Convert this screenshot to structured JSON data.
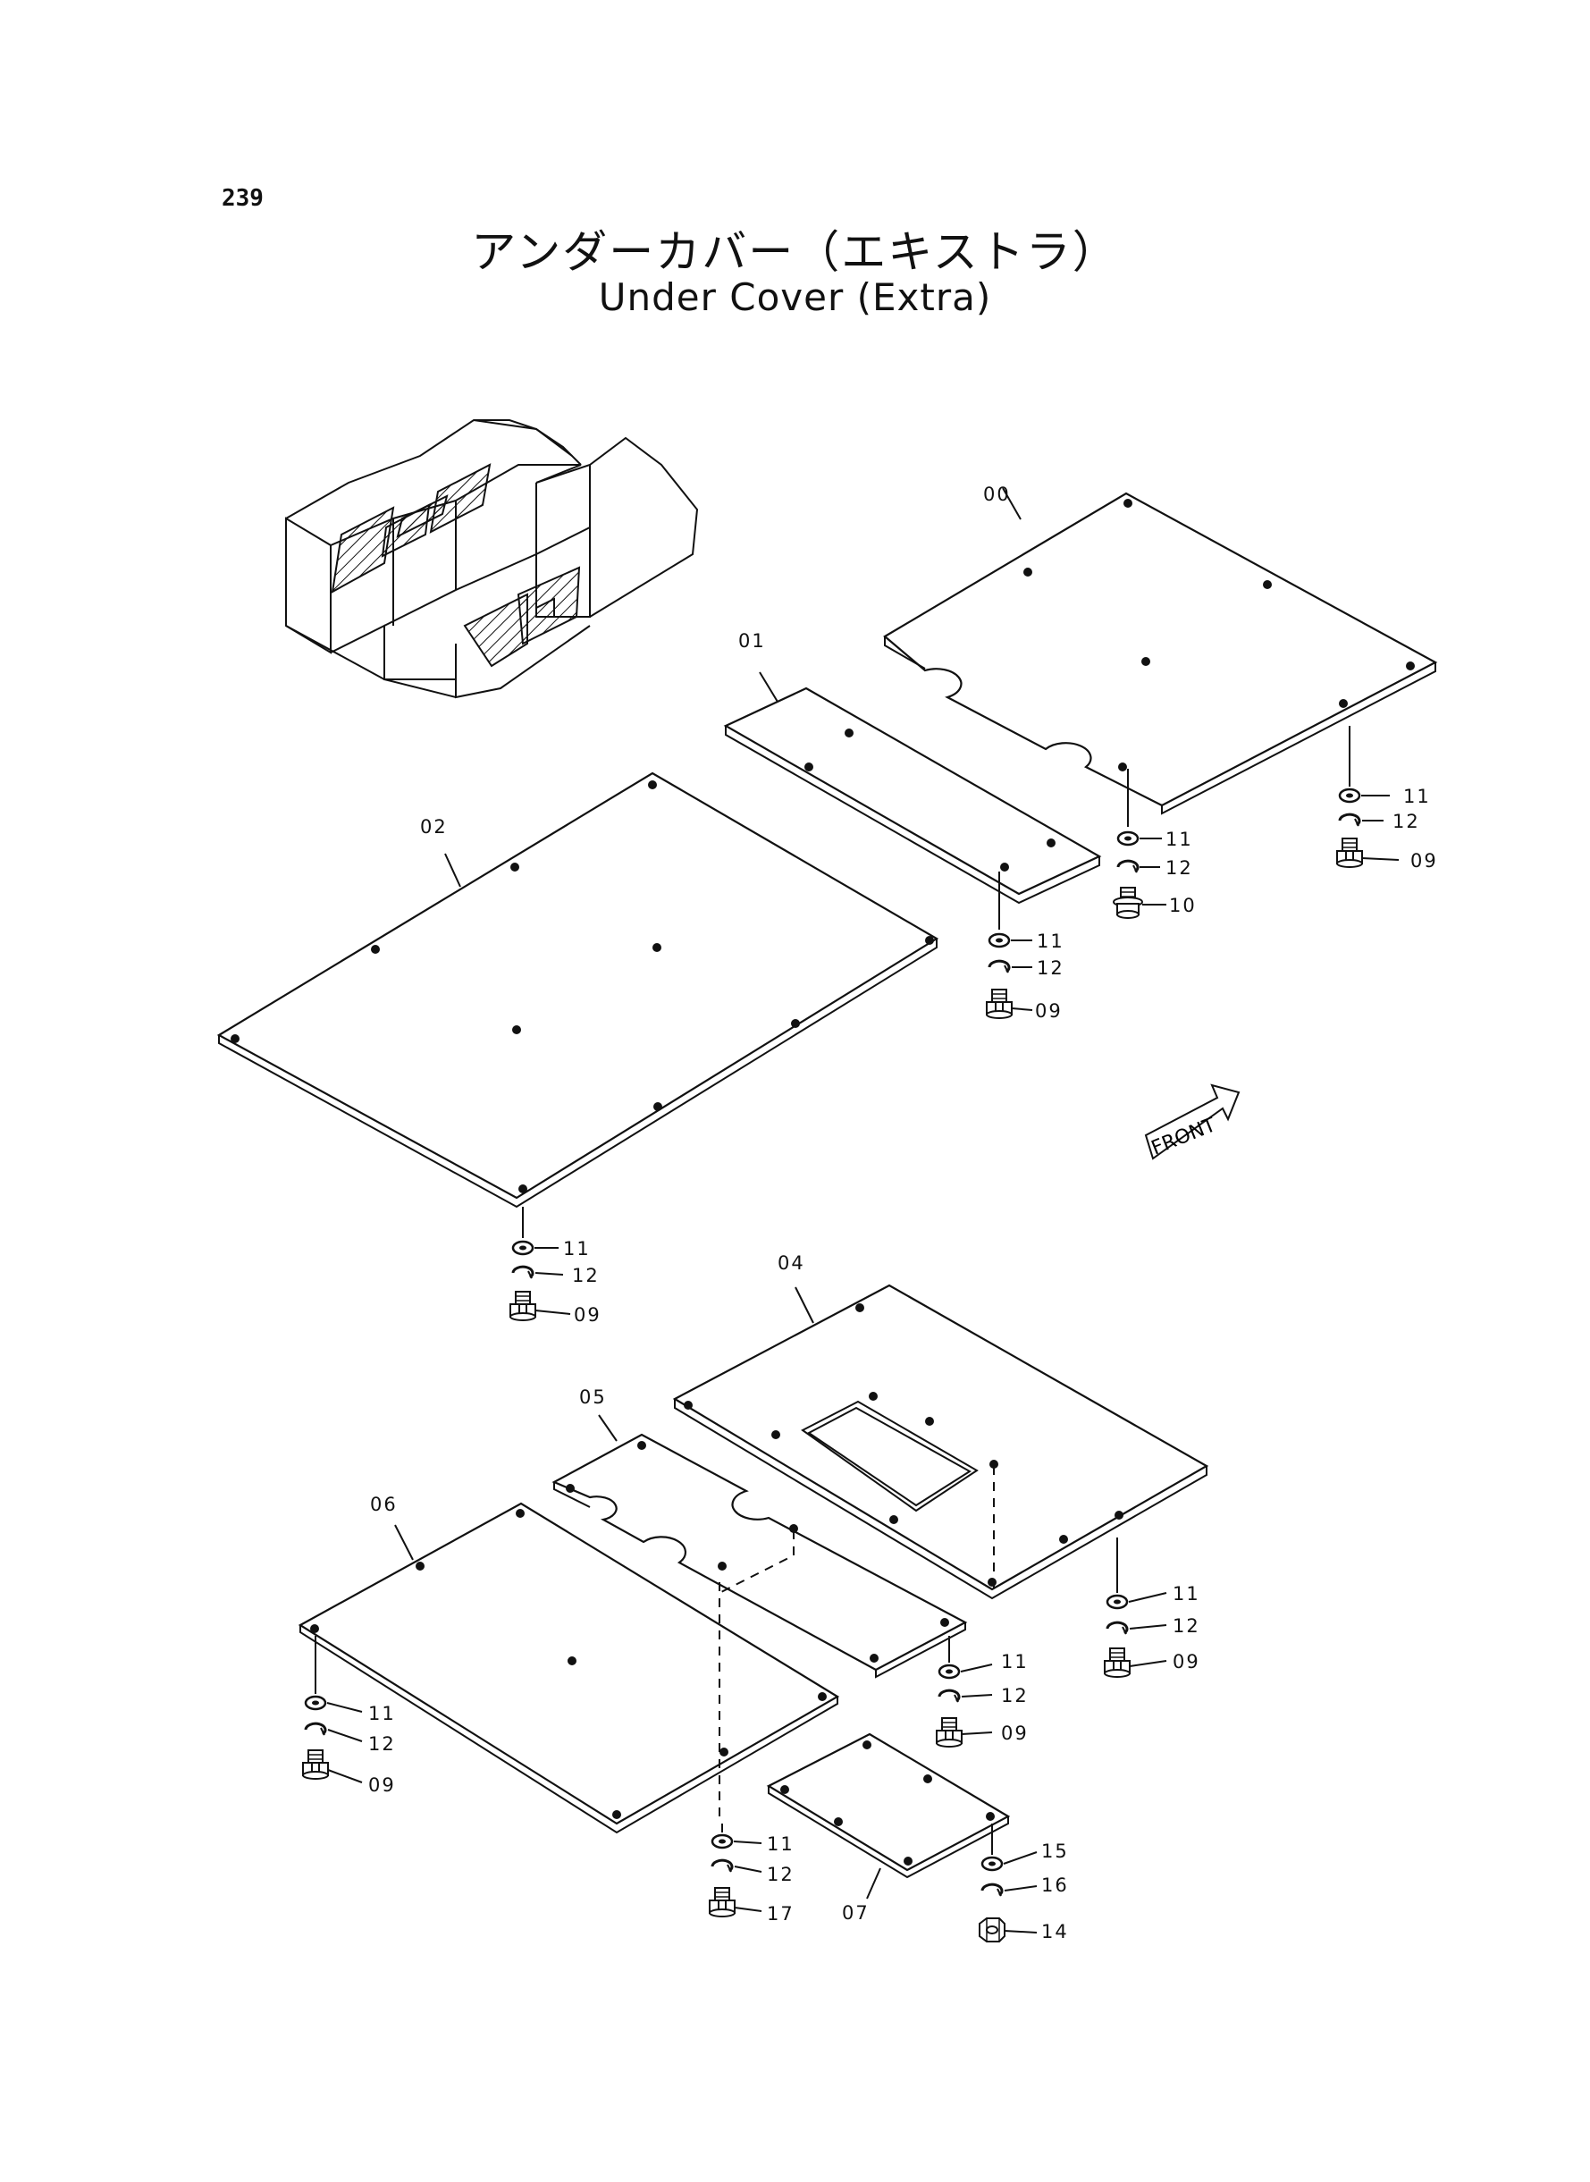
{
  "page": {
    "number": "239"
  },
  "title": {
    "japanese": "アンダーカバー（エキストラ）",
    "english": "Under Cover (Extra)"
  },
  "front_indicator": "FRONT",
  "parts": {
    "p00": "00",
    "p01": "01",
    "p02": "02",
    "p04": "04",
    "p05": "05",
    "p06": "06",
    "p07": "07",
    "h09": "09",
    "h10": "10",
    "h11": "11",
    "h12": "12",
    "h14": "14",
    "h15": "15",
    "h16": "16",
    "h17": "17"
  },
  "colors": {
    "ink": "#111111",
    "paper": "#ffffff"
  }
}
